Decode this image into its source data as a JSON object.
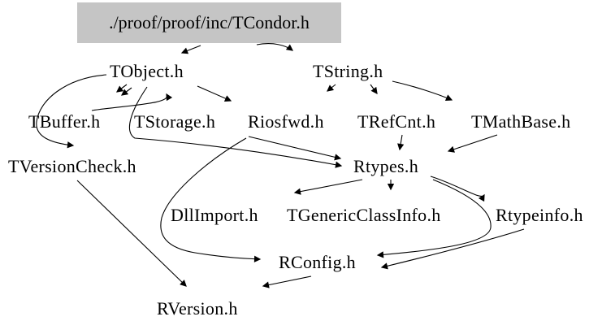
{
  "diagram": {
    "type": "include-dependency-graph",
    "background_color": "#ffffff",
    "root_node_fill": "#c5c5c5",
    "edge_color": "#000000",
    "text_color": "#000000",
    "nodes": [
      {
        "id": "tcondor",
        "label": "./proof/proof/inc/TCondor.h"
      },
      {
        "id": "tobject",
        "label": "TObject.h"
      },
      {
        "id": "tstring",
        "label": "TString.h"
      },
      {
        "id": "tbuffer",
        "label": "TBuffer.h"
      },
      {
        "id": "tstorage",
        "label": "TStorage.h"
      },
      {
        "id": "riosfwd",
        "label": "Riosfwd.h"
      },
      {
        "id": "trefcnt",
        "label": "TRefCnt.h"
      },
      {
        "id": "tmathbase",
        "label": "TMathBase.h"
      },
      {
        "id": "tversioncheck",
        "label": "TVersionCheck.h"
      },
      {
        "id": "rtypes",
        "label": "Rtypes.h"
      },
      {
        "id": "dllimport",
        "label": "DllImport.h"
      },
      {
        "id": "tgenericclassinfo",
        "label": "TGenericClassInfo.h"
      },
      {
        "id": "rtypeinfo",
        "label": "Rtypeinfo.h"
      },
      {
        "id": "rconfig",
        "label": "RConfig.h"
      },
      {
        "id": "rversion",
        "label": "RVersion.h"
      }
    ],
    "edges": [
      {
        "from": "tcondor",
        "to": "tobject"
      },
      {
        "from": "tcondor",
        "to": "tstring"
      },
      {
        "from": "tobject",
        "to": "tbuffer"
      },
      {
        "from": "tbuffer",
        "to": "tobject"
      },
      {
        "from": "tobject",
        "to": "riosfwd"
      },
      {
        "from": "tobject",
        "to": "rtypes"
      },
      {
        "from": "tobject",
        "to": "tversioncheck"
      },
      {
        "from": "tstring",
        "to": "riosfwd"
      },
      {
        "from": "tstring",
        "to": "trefcnt"
      },
      {
        "from": "tstring",
        "to": "tmathbase"
      },
      {
        "from": "trefcnt",
        "to": "rtypes"
      },
      {
        "from": "tmathbase",
        "to": "rtypes"
      },
      {
        "from": "riosfwd",
        "to": "rtypes"
      },
      {
        "from": "riosfwd",
        "to": "rconfig"
      },
      {
        "from": "rtypes",
        "to": "dllimport"
      },
      {
        "from": "rtypes",
        "to": "tgenericclassinfo"
      },
      {
        "from": "rtypes",
        "to": "rtypeinfo"
      },
      {
        "from": "rtypes",
        "to": "rconfig"
      },
      {
        "from": "rtypeinfo",
        "to": "rconfig"
      },
      {
        "from": "tversioncheck",
        "to": "rversion"
      },
      {
        "from": "rconfig",
        "to": "rversion"
      }
    ]
  }
}
